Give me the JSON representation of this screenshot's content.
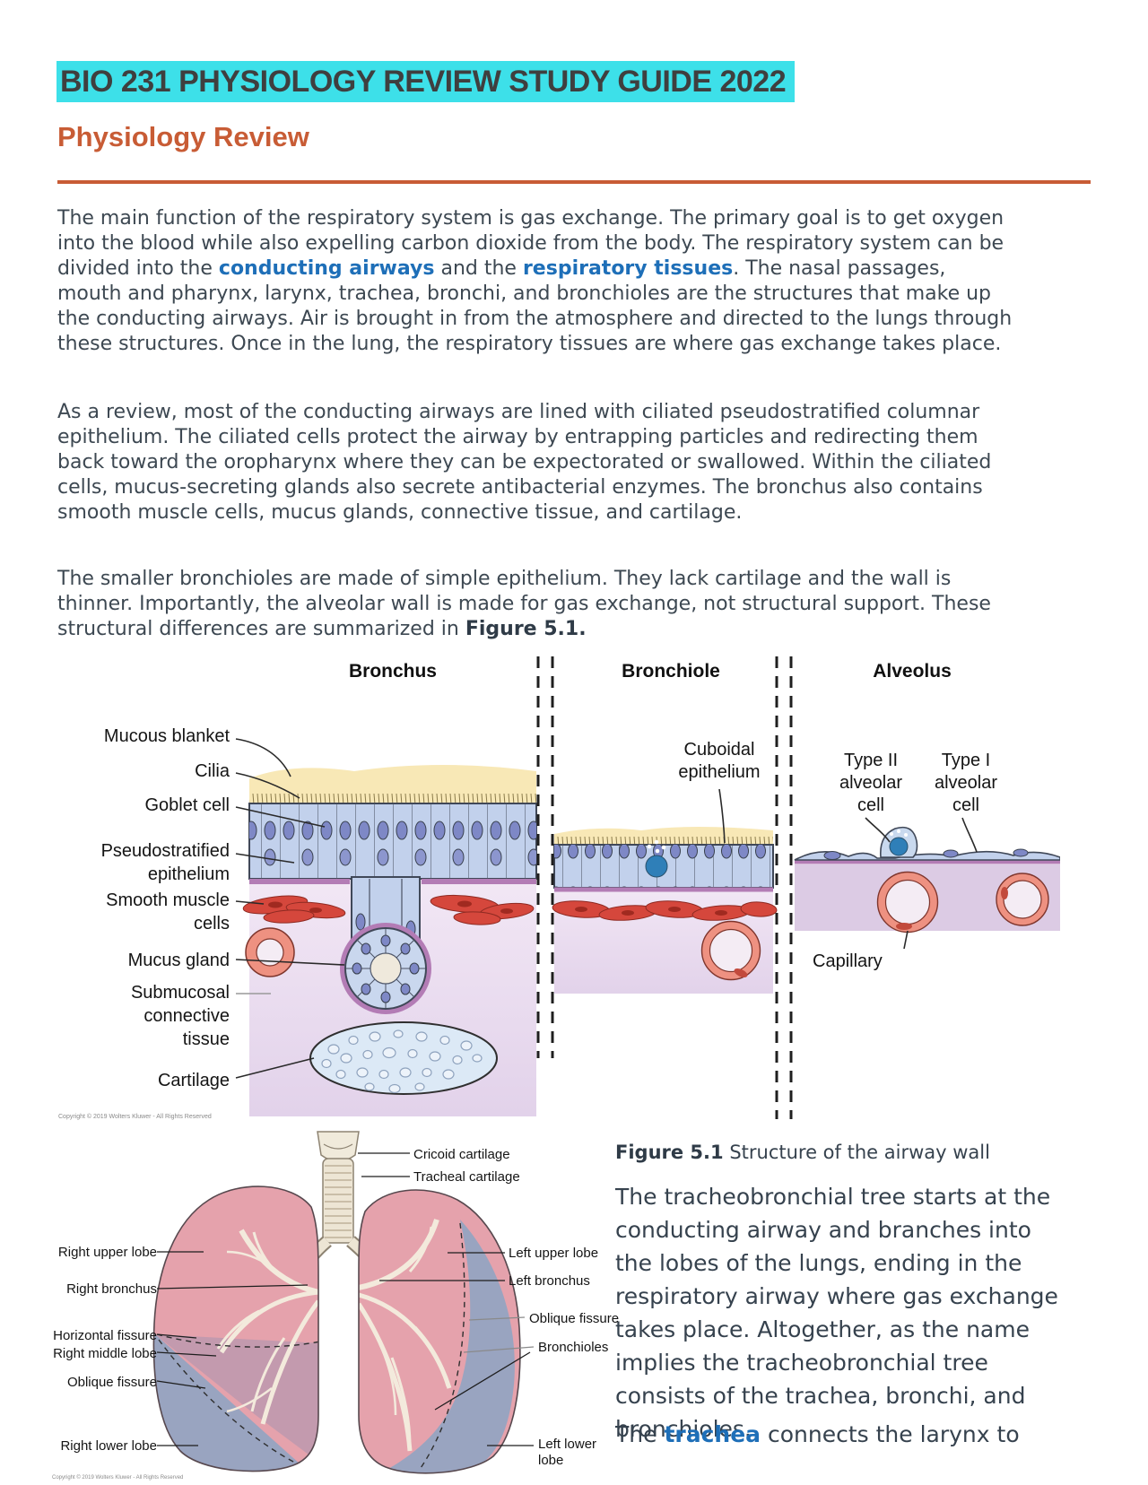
{
  "header": {
    "study_guide_title": "BIO 231 PHYSIOLOGY REVIEW STUDY GUIDE 2022",
    "section_heading": "Physiology Review"
  },
  "paragraphs": {
    "p1": [
      {
        "t": "The main function of the respiratory system is gas exchange. The primary goal is to get oxygen into the blood while also expelling carbon dioxide from the body. The respiratory system can be divided into the "
      },
      {
        "t": "conducting airways",
        "s": "blue"
      },
      {
        "t": " and the "
      },
      {
        "t": "respiratory tissues",
        "s": "blue"
      },
      {
        "t": ". The nasal passages, mouth and pharynx, larynx, trachea, bronchi, and bronchioles are the structures that make up the conducting airways. Air is brought in from the atmosphere and directed to the lungs through these structures. Once in the lung, the respiratory tissues are where gas exchange takes place."
      }
    ],
    "p2": [
      {
        "t": "As a review, most of the conducting airways are lined with ciliated pseudostratified columnar epithelium. The ciliated cells protect the airway by entrapping particles and redirecting them back toward the oropharynx where they can be expectorated or swallowed. Within the ciliated cells, mucus-secreting glands also secrete antibacterial enzymes. The bronchus also contains smooth muscle cells, mucus glands, connective tissue, and cartilage."
      }
    ],
    "p3": [
      {
        "t": "The smaller bronchioles are made of simple epithelium. They lack cartilage and the wall is thinner. Importantly, the alveolar wall is made for gas exchange, not structural support. These structural differences are summarized in "
      },
      {
        "t": "Figure 5.1.",
        "s": "bold"
      }
    ]
  },
  "figure_airway": {
    "section_titles": [
      "Bronchus",
      "Bronchiole",
      "Alveolus"
    ],
    "labels": {
      "mucous_blanket": "Mucous blanket",
      "cilia": "Cilia",
      "goblet_cell": "Goblet cell",
      "pseudostratified": "Pseudostratified epithelium",
      "smooth_muscle": "Smooth muscle cells",
      "mucus_gland": "Mucus gland",
      "submucosal": "Submucosal connective tissue",
      "cartilage": "Cartilage",
      "cuboidal": "Cuboidal epithelium",
      "type2": "Type II alveolar cell",
      "type1": "Type I alveolar cell",
      "capillary": "Capillary"
    },
    "copyright": "Copyright © 2019 Wolters Kluwer - All Rights Reserved"
  },
  "figure_caption": [
    {
      "t": "Figure 5.1",
      "s": "bold"
    },
    {
      "t": " Structure of the airway wall"
    }
  ],
  "side_text": {
    "body": "The tracheobronchial tree starts at the conducting airway and branches into the lobes of the lungs, ending in the respiratory airway where gas exchange takes place. Altogether, as the name implies the tracheobronchial tree consists of the trachea, bronchi, and bronchioles.",
    "closing": [
      {
        "t": "The "
      },
      {
        "t": "trachea",
        "s": "blue"
      },
      {
        "t": " connects the larynx to"
      }
    ]
  },
  "figure_lungs": {
    "labels_left": [
      "Right upper lobe",
      "Right bronchus",
      "Horizontal fissure",
      "Right middle lobe",
      "Oblique fissure",
      "Right lower lobe"
    ],
    "labels_right": [
      "Cricoid cartilage",
      "Tracheal cartilage",
      "Left upper lobe",
      "Left bronchus",
      "Oblique fissure",
      "Bronchioles",
      "Left lower lobe"
    ],
    "copyright": "Copyright © 2019 Wolters Kluwer - All Rights Reserved"
  },
  "colors": {
    "title_highlight": "#3DE0E9",
    "accent_orange": "#C85C35",
    "body_text": "#3D4852",
    "term_blue": "#1E6FB8"
  }
}
